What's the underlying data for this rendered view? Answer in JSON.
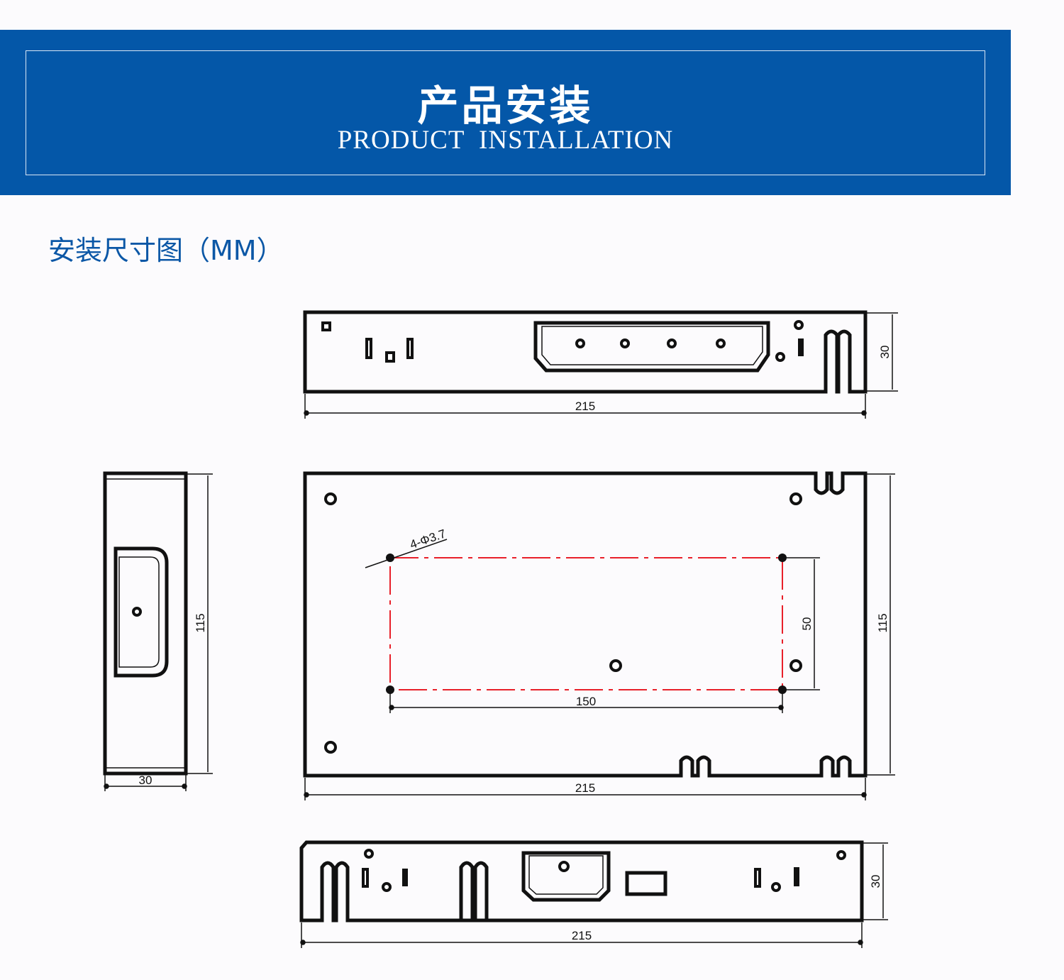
{
  "header": {
    "title_cn": "产品安装",
    "title_en": "PRODUCT  INSTALLATION",
    "background_color": "#0457a8"
  },
  "section": {
    "title": "安装尺寸图（MM）",
    "color": "#0b57a6"
  },
  "drawing": {
    "top_view": {
      "length": "215",
      "height": "30"
    },
    "side_view": {
      "height": "115",
      "width": "30"
    },
    "front_view": {
      "length": "215",
      "height": "115",
      "hole_spacing_x": "150",
      "hole_spacing_y": "50",
      "hole_label": "4-Φ3.7"
    },
    "bottom_view": {
      "length": "215",
      "height": "30"
    },
    "mount_line_color": "#e8202a"
  }
}
